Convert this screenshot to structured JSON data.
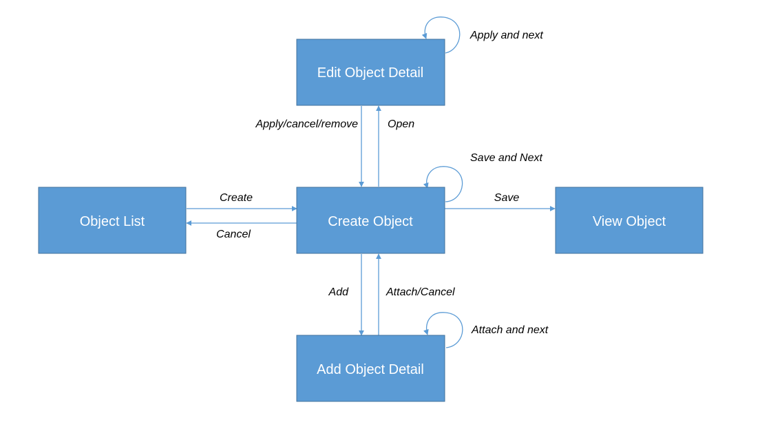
{
  "nodes": {
    "edit_object_detail": "Edit Object Detail",
    "object_list": "Object List",
    "create_object": "Create Object",
    "view_object": "View Object",
    "add_object_detail": "Add Object Detail"
  },
  "edges": {
    "apply_and_next": "Apply and next",
    "apply_cancel_remove": "Apply/cancel/remove",
    "open": "Open",
    "save_and_next": "Save and Next",
    "create": "Create",
    "cancel": "Cancel",
    "save": "Save",
    "add": "Add",
    "attach_cancel": "Attach/Cancel",
    "attach_and_next": "Attach and next"
  },
  "colors": {
    "node_fill": "#5b9bd5",
    "node_border": "#41719c",
    "connector": "#5b9bd5"
  }
}
